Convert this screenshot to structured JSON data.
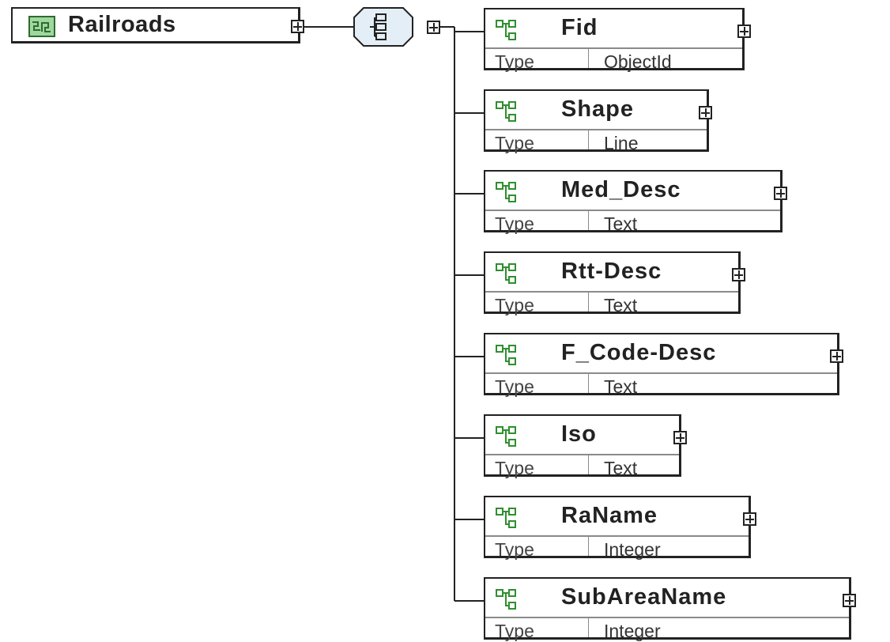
{
  "root": {
    "label": "Railroads",
    "icon": "map-layer-icon",
    "icon_fill": "#9ed89e"
  },
  "sequence": {
    "icon": "sequence-compositor-icon",
    "fill": "#e4eef6"
  },
  "property_key": "Type",
  "fields": [
    {
      "name": "Fid",
      "type": "ObjectId"
    },
    {
      "name": "Shape",
      "type": "Line"
    },
    {
      "name": "Med_Desc",
      "type": "Text"
    },
    {
      "name": "Rtt-Desc",
      "type": "Text"
    },
    {
      "name": "F_Code-Desc",
      "type": "Text"
    },
    {
      "name": "Iso",
      "type": "Text"
    },
    {
      "name": "RaName",
      "type": "Integer"
    },
    {
      "name": "SubAreaName",
      "type": "Integer"
    }
  ],
  "colors": {
    "line": "#222222",
    "element_icon": "#2f8f2f",
    "separator": "#8a8a8a"
  }
}
